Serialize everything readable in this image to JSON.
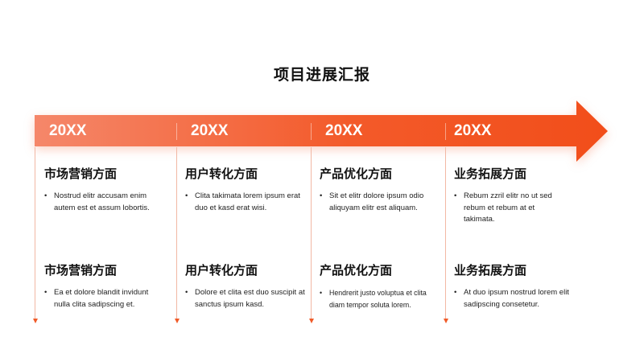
{
  "title": "项目进展汇报",
  "colors": {
    "arrow_start": "#f5876a",
    "arrow_end": "#f24e1a",
    "line": "#f2b8a4"
  },
  "columns": [
    {
      "year": "20XX",
      "blocks": [
        {
          "heading": "市场营销方面",
          "text": "Nostrud elitr accusam enim autem est et assum lobortis."
        },
        {
          "heading": "市场营销方面",
          "text": "Ea et dolore blandit invidunt nulla clita sadipscing et."
        }
      ]
    },
    {
      "year": "20XX",
      "blocks": [
        {
          "heading": "用户转化方面",
          "text": "Clita takimata lorem ipsum erat duo et kasd erat wisi."
        },
        {
          "heading": "用户转化方面",
          "text": "Dolore et clita est duo suscipit at sanctus ipsum kasd."
        }
      ]
    },
    {
      "year": "20XX",
      "blocks": [
        {
          "heading": "产品优化方面",
          "text": "Sit et elitr dolore ipsum odio aliquyam elitr est aliquam."
        },
        {
          "heading": "产品优化方面",
          "text": "Hendrerit justo voluptua et clita diam tempor soluta lorem."
        }
      ]
    },
    {
      "year": "20XX",
      "blocks": [
        {
          "heading": "业务拓展方面",
          "text": "Rebum zzril elitr no ut sed rebum et rebum at et takimata."
        },
        {
          "heading": "业务拓展方面",
          "text": "At duo ipsum nostrud lorem elit sadipscing consetetur."
        }
      ]
    }
  ]
}
